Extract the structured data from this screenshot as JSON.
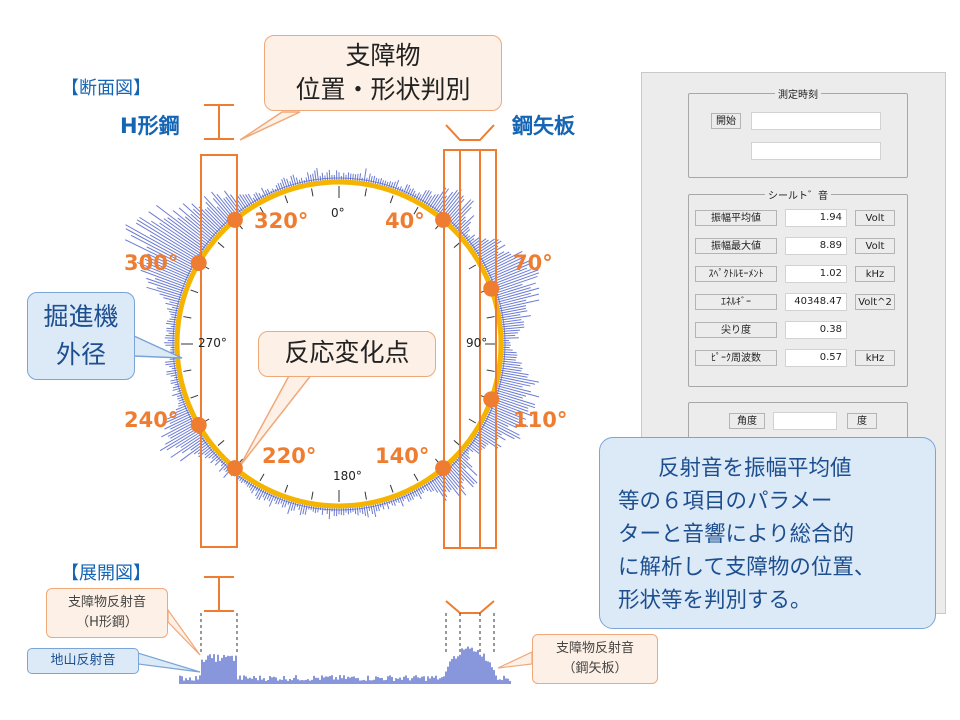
{
  "labels": {
    "section_view": "【断面図】",
    "h_beam": "H形鋼",
    "sheet_pile": "鋼矢板",
    "expanded_view": "【展開図】"
  },
  "callouts": {
    "obstacle_line1": "支障物",
    "obstacle_line2": "位置・形状判別",
    "machine_line1": "掘進機",
    "machine_line2": "外径",
    "change_point": "反応変化点",
    "reflect_h_line1": "支障物反射音",
    "reflect_h_line2": "（H形鋼）",
    "ground_reflect": "地山反射音",
    "reflect_sp_line1": "支障物反射音",
    "reflect_sp_line2": "（鋼矢板）"
  },
  "angles": {
    "a0": "0°",
    "a90": "90°",
    "a180": "180°",
    "a270": "270°",
    "a40": "40°",
    "a70": "70°",
    "a110": "110°",
    "a140": "140°",
    "a220": "220°",
    "a240": "240°",
    "a300": "300°",
    "a320": "320°"
  },
  "panel": {
    "measure_time_title": "測定時刻",
    "start_label": "開始",
    "start_value": "",
    "end_value": "",
    "shield_title": "シールト゛音",
    "params": [
      {
        "label": "振幅平均値",
        "value": "1.94",
        "unit": "Volt"
      },
      {
        "label": "振幅最大値",
        "value": "8.89",
        "unit": "Volt"
      },
      {
        "label": "ｽﾍﾟｸﾄﾙﾓｰﾒﾝﾄ",
        "value": "1.02",
        "unit": "kHz"
      },
      {
        "label": "ｴﾈﾙｷﾞｰ",
        "value": "40348.47",
        "unit": "Volt^2"
      },
      {
        "label": "尖り度",
        "value": "0.38",
        "unit": ""
      },
      {
        "label": "ﾋﾟｰｸ周波数",
        "value": "0.57",
        "unit": "kHz"
      }
    ],
    "angle_label": "角度",
    "angle_value": "",
    "angle_unit": "度"
  },
  "explanation": {
    "line1": "反射音を振幅平均値",
    "line2": "等の６項目のパラメー",
    "line3": "ターと音響により総合的",
    "line4": "に解析して支障物の位置、",
    "line5": "形状等を判別する。"
  },
  "colors": {
    "orange": "#ee7d31",
    "ring": "#f5b400",
    "blue_label": "#1565b5",
    "wave": "#3a4fc4"
  }
}
